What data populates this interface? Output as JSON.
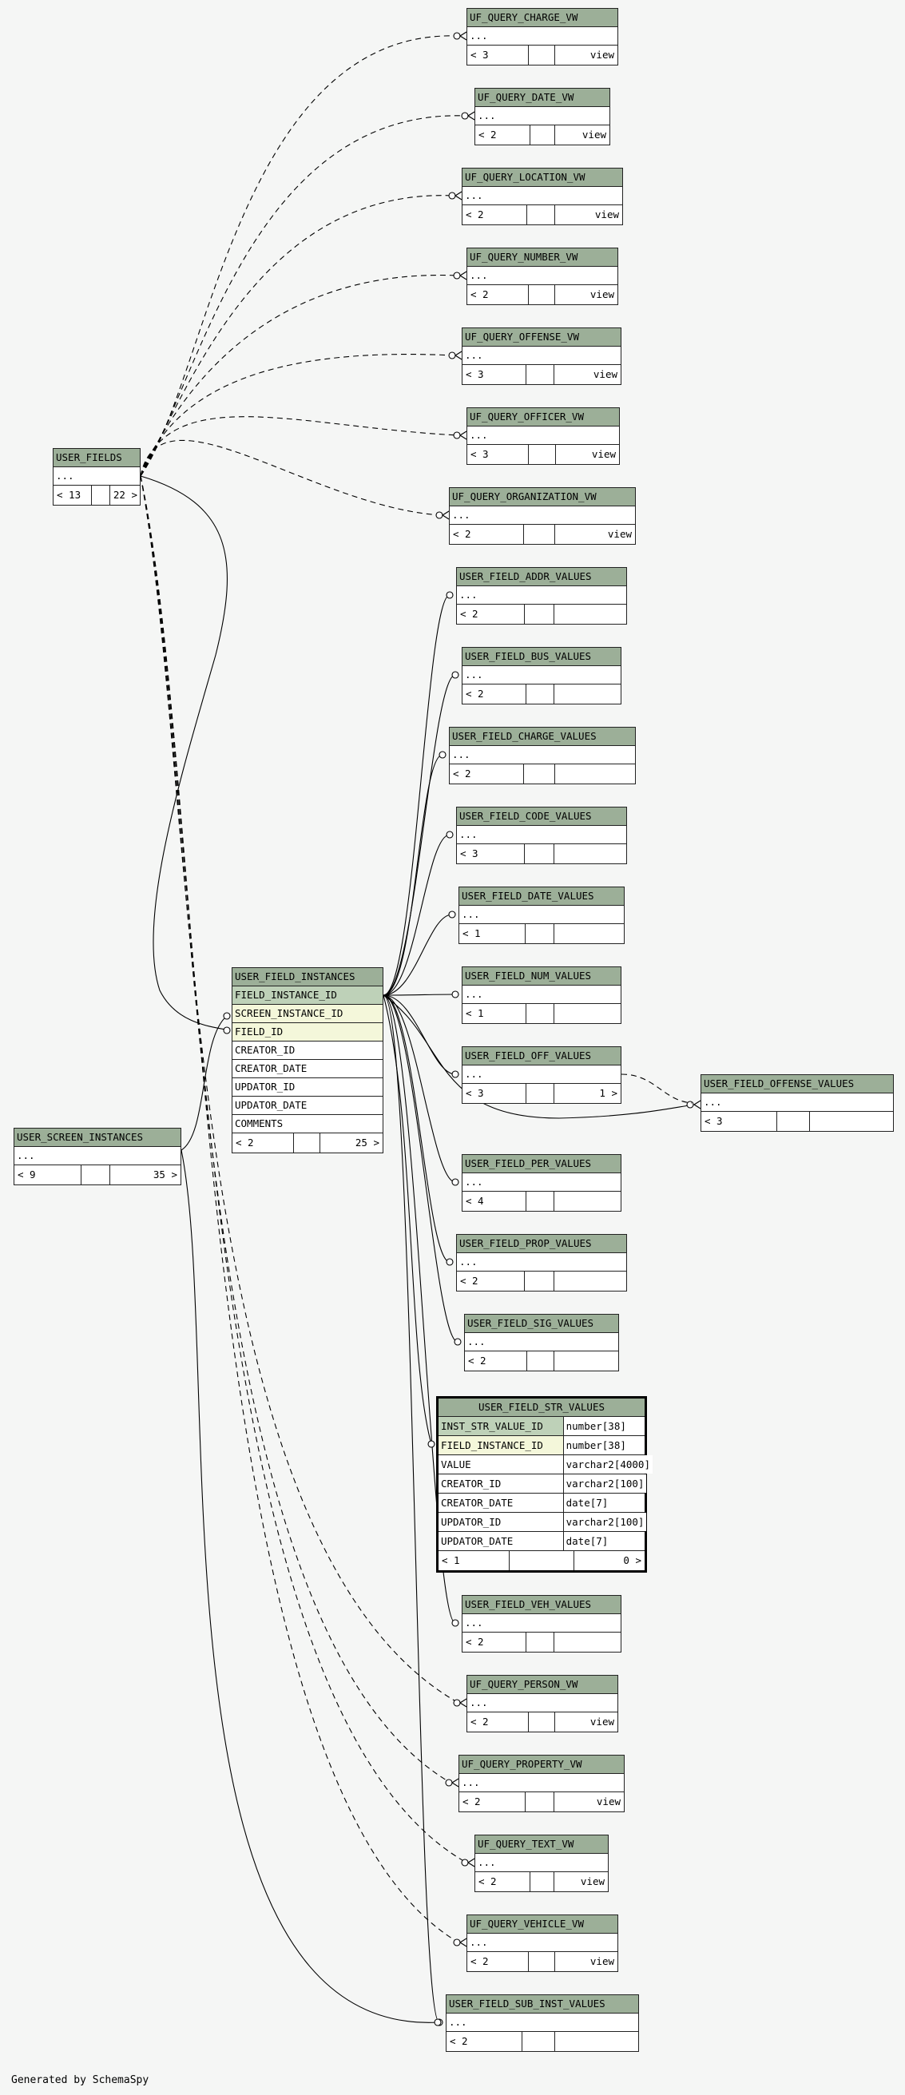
{
  "caption": "Generated by SchemaSpy",
  "tables": [
    {
      "key": "charge_vw",
      "name": "UF_QUERY_CHARGE_VW",
      "rows": [
        "..."
      ],
      "footer": [
        "< 3",
        "",
        "view"
      ]
    },
    {
      "key": "date_vw",
      "name": "UF_QUERY_DATE_VW",
      "rows": [
        "..."
      ],
      "footer": [
        "< 2",
        "",
        "view"
      ]
    },
    {
      "key": "location_vw",
      "name": "UF_QUERY_LOCATION_VW",
      "rows": [
        "..."
      ],
      "footer": [
        "< 2",
        "",
        "view"
      ]
    },
    {
      "key": "number_vw",
      "name": "UF_QUERY_NUMBER_VW",
      "rows": [
        "..."
      ],
      "footer": [
        "< 2",
        "",
        "view"
      ]
    },
    {
      "key": "offense_vw",
      "name": "UF_QUERY_OFFENSE_VW",
      "rows": [
        "..."
      ],
      "footer": [
        "< 3",
        "",
        "view"
      ]
    },
    {
      "key": "officer_vw",
      "name": "UF_QUERY_OFFICER_VW",
      "rows": [
        "..."
      ],
      "footer": [
        "< 3",
        "",
        "view"
      ]
    },
    {
      "key": "organization_vw",
      "name": "UF_QUERY_ORGANIZATION_VW",
      "rows": [
        "..."
      ],
      "footer": [
        "< 2",
        "",
        "view"
      ]
    },
    {
      "key": "addr_values",
      "name": "USER_FIELD_ADDR_VALUES",
      "rows": [
        "..."
      ],
      "footer": [
        "< 2",
        "",
        ""
      ]
    },
    {
      "key": "bus_values",
      "name": "USER_FIELD_BUS_VALUES",
      "rows": [
        "..."
      ],
      "footer": [
        "< 2",
        "",
        ""
      ]
    },
    {
      "key": "charge_values",
      "name": "USER_FIELD_CHARGE_VALUES",
      "rows": [
        "..."
      ],
      "footer": [
        "< 2",
        "",
        ""
      ]
    },
    {
      "key": "code_values",
      "name": "USER_FIELD_CODE_VALUES",
      "rows": [
        "..."
      ],
      "footer": [
        "< 3",
        "",
        ""
      ]
    },
    {
      "key": "date_values",
      "name": "USER_FIELD_DATE_VALUES",
      "rows": [
        "..."
      ],
      "footer": [
        "< 1",
        "",
        ""
      ]
    },
    {
      "key": "num_values",
      "name": "USER_FIELD_NUM_VALUES",
      "rows": [
        "..."
      ],
      "footer": [
        "< 1",
        "",
        ""
      ]
    },
    {
      "key": "off_values",
      "name": "USER_FIELD_OFF_VALUES",
      "rows": [
        "..."
      ],
      "footer": [
        "< 3",
        "",
        "1 >"
      ]
    },
    {
      "key": "offense_values",
      "name": "USER_FIELD_OFFENSE_VALUES",
      "rows": [
        "..."
      ],
      "footer": [
        "< 3",
        "",
        ""
      ]
    },
    {
      "key": "per_values",
      "name": "USER_FIELD_PER_VALUES",
      "rows": [
        "..."
      ],
      "footer": [
        "< 4",
        "",
        ""
      ]
    },
    {
      "key": "prop_values",
      "name": "USER_FIELD_PROP_VALUES",
      "rows": [
        "..."
      ],
      "footer": [
        "< 2",
        "",
        ""
      ]
    },
    {
      "key": "sig_values",
      "name": "USER_FIELD_SIG_VALUES",
      "rows": [
        "..."
      ],
      "footer": [
        "< 2",
        "",
        ""
      ]
    },
    {
      "key": "veh_values",
      "name": "USER_FIELD_VEH_VALUES",
      "rows": [
        "..."
      ],
      "footer": [
        "< 2",
        "",
        ""
      ]
    },
    {
      "key": "person_vw",
      "name": "UF_QUERY_PERSON_VW",
      "rows": [
        "..."
      ],
      "footer": [
        "< 2",
        "",
        "view"
      ]
    },
    {
      "key": "property_vw",
      "name": "UF_QUERY_PROPERTY_VW",
      "rows": [
        "..."
      ],
      "footer": [
        "< 2",
        "",
        "view"
      ]
    },
    {
      "key": "text_vw",
      "name": "UF_QUERY_TEXT_VW",
      "rows": [
        "..."
      ],
      "footer": [
        "< 2",
        "",
        "view"
      ]
    },
    {
      "key": "vehicle_vw",
      "name": "UF_QUERY_VEHICLE_VW",
      "rows": [
        "..."
      ],
      "footer": [
        "< 2",
        "",
        "view"
      ]
    },
    {
      "key": "sub_inst_values",
      "name": "USER_FIELD_SUB_INST_VALUES",
      "rows": [
        "..."
      ],
      "footer": [
        "< 2",
        "",
        ""
      ]
    },
    {
      "key": "user_fields",
      "name": "USER_FIELDS",
      "rows": [
        "..."
      ],
      "footer": [
        "< 13",
        "",
        "22 >"
      ]
    },
    {
      "key": "screen_instances",
      "name": "USER_SCREEN_INSTANCES",
      "rows": [
        "..."
      ],
      "footer": [
        "< 9",
        "",
        "35 >"
      ]
    },
    {
      "key": "field_instances",
      "name": "USER_FIELD_INSTANCES",
      "rows": [
        "FIELD_INSTANCE_ID",
        "SCREEN_INSTANCE_ID",
        "FIELD_ID",
        "CREATOR_ID",
        "CREATOR_DATE",
        "UPDATOR_ID",
        "UPDATOR_DATE",
        "COMMENTS"
      ],
      "footer": [
        "< 2",
        "",
        "25 >"
      ]
    }
  ],
  "focus_table": {
    "name": "USER_FIELD_STR_VALUES",
    "columns": [
      {
        "name": "INST_STR_VALUE_ID",
        "type": "number[38]"
      },
      {
        "name": "FIELD_INSTANCE_ID",
        "type": "number[38]"
      },
      {
        "name": "VALUE",
        "type": "varchar2[4000]"
      },
      {
        "name": "CREATOR_ID",
        "type": "varchar2[100]"
      },
      {
        "name": "CREATOR_DATE",
        "type": "date[7]"
      },
      {
        "name": "UPDATOR_ID",
        "type": "varchar2[100]"
      },
      {
        "name": "UPDATOR_DATE",
        "type": "date[7]"
      }
    ],
    "footer": [
      "< 1",
      "",
      "0 >"
    ]
  }
}
